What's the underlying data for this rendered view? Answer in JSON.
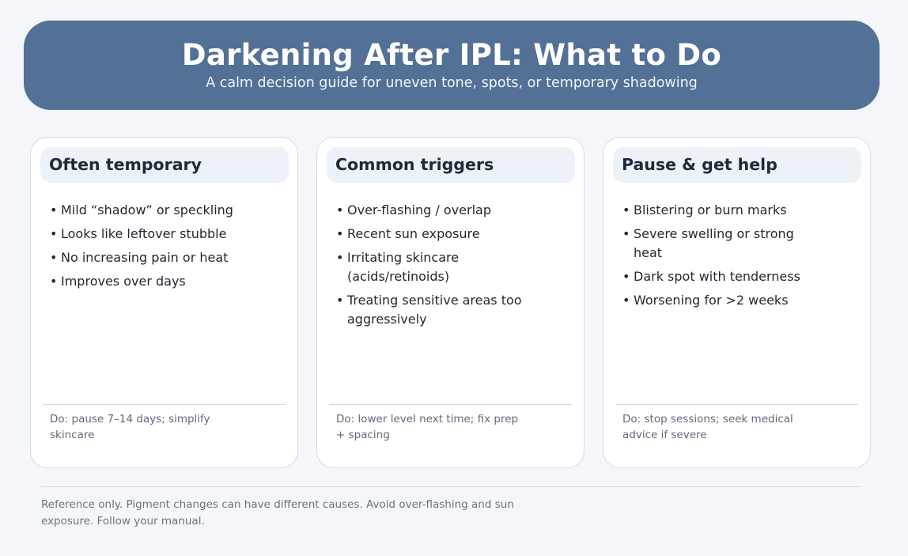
{
  "header": {
    "title": "Darkening After IPL: What to Do",
    "subtitle": "A calm decision guide for uneven tone, spots, or temporary shadowing"
  },
  "cards": [
    {
      "title": "Often temporary",
      "items": [
        "Mild “shadow” or speckling",
        "Looks like leftover stubble",
        "No increasing pain or heat",
        "Improves over days"
      ],
      "note": "Do: pause 7–14 days; simplify skincare"
    },
    {
      "title": "Common triggers",
      "items": [
        "Over-flashing / overlap",
        "Recent sun exposure",
        "Irritating skincare (acids/retinoids)",
        "Treating sensitive areas too aggressively"
      ],
      "note": "Do: lower level next time; fix prep + spacing"
    },
    {
      "title": "Pause & get help",
      "items": [
        "Blistering or burn marks",
        "Severe swelling or strong heat",
        "Dark spot with tenderness",
        "Worsening for >2 weeks"
      ],
      "note": "Do: stop sessions; seek medical advice if severe"
    }
  ],
  "footer": {
    "text": "Reference only. Pigment changes can have different causes. Avoid over-flashing and sun exposure. Follow your manual."
  },
  "colors": {
    "banner": "#537196",
    "background": "#f5f6f9",
    "card_header": "#edf1f8",
    "card_border": "#d5dbe8"
  },
  "bullet_glyph": "•"
}
